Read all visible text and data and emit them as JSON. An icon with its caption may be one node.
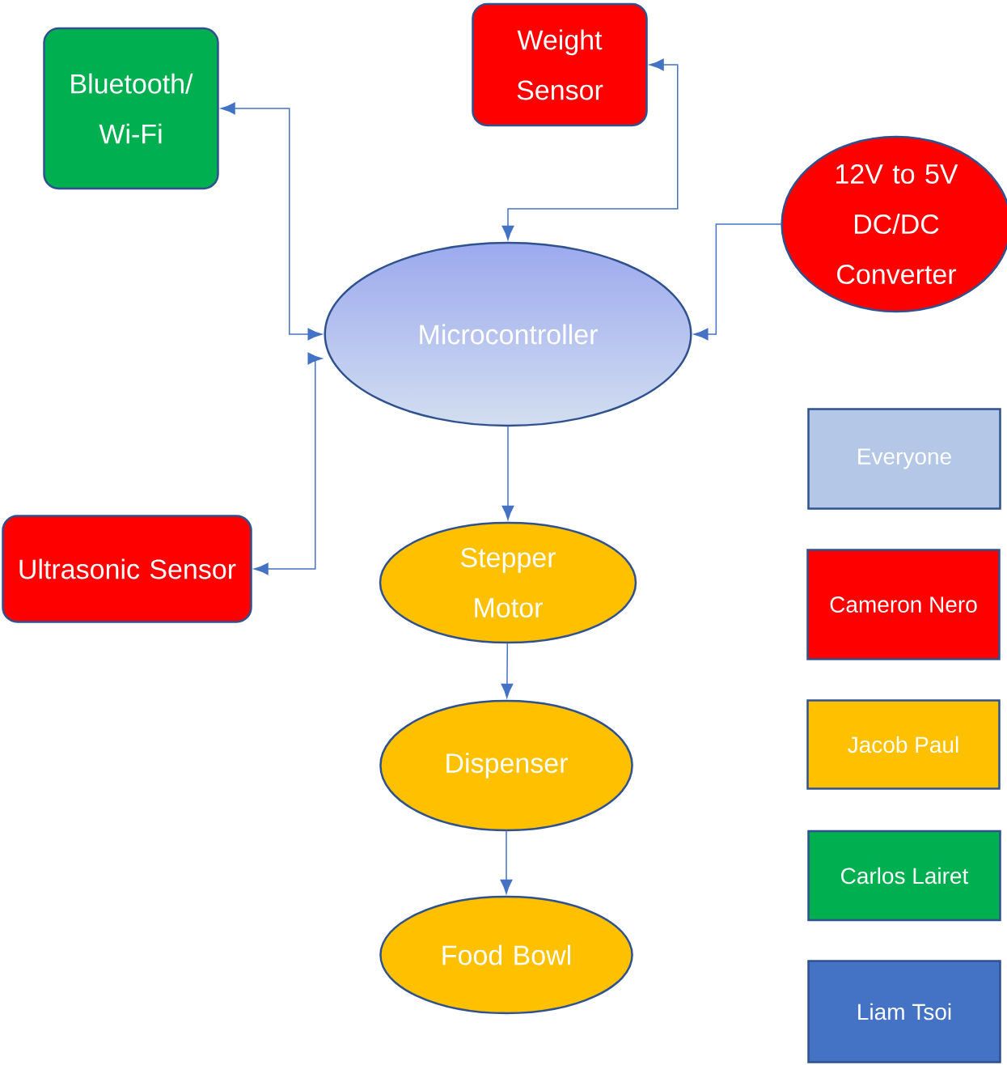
{
  "diagram": {
    "nodes": [
      {
        "text": [
          "Bluetooth/ Wi-Fi"
        ]
      },
      {
        "text": [
          "Weight Sensor"
        ]
      },
      {
        "text": [
          "12V to 5V DC/DC Converter"
        ]
      },
      {
        "text": [
          "Microcontroller"
        ]
      },
      {
        "text": [
          "Ultrasonic Sensor"
        ]
      },
      {
        "text": [
          "Stepper Motor"
        ]
      },
      {
        "text": [
          "Dispenser"
        ]
      },
      {
        "text": [
          "Food Bowl"
        ]
      }
    ],
    "edges": [
      {
        "from": 0,
        "to": 3,
        "arrow": "both"
      },
      {
        "from": 1,
        "to": 3,
        "arrow": "both"
      },
      {
        "from": 2,
        "to": 3,
        "arrow": "to"
      },
      {
        "from": 4,
        "to": 3,
        "arrow": "both"
      },
      {
        "from": 3,
        "to": 5,
        "arrow": "to"
      },
      {
        "from": 5,
        "to": 6,
        "arrow": "to"
      },
      {
        "from": 6,
        "to": 7,
        "arrow": "to"
      }
    ],
    "legend": [
      {
        "text": "Everyone",
        "color": "#b4c7e7"
      },
      {
        "text": "Cameron Nero",
        "color": "#ff0000"
      },
      {
        "text": "Jacob Paul",
        "color": "#ffc000"
      },
      {
        "text": "Carlos Lairet",
        "color": "#00b050"
      },
      {
        "text": "Liam Tsoi",
        "color": "#4472c4"
      }
    ]
  }
}
